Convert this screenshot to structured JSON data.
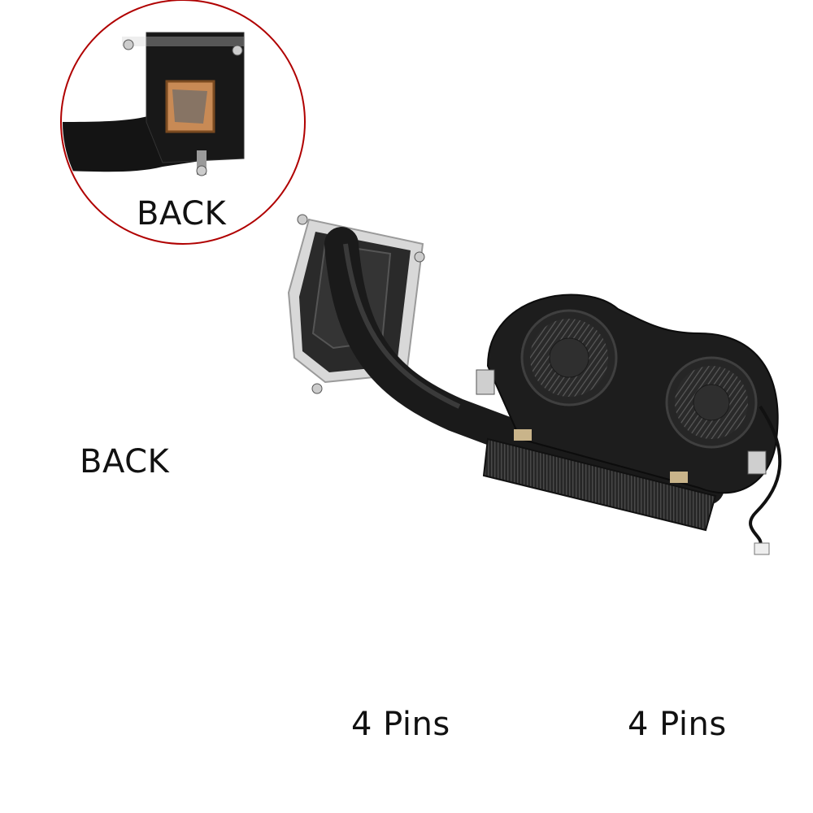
{
  "callouts": {
    "heatsink_back_label": "BACK",
    "radiator_back_label": "BACK",
    "connector_left_label": "4 Pins",
    "connector_right_label": "4 Pins"
  },
  "colors": {
    "callout_ring": "#b00000",
    "leader_line": "#d00000",
    "metal_dark": "#1b1b1b",
    "metal_mid": "#2c2c2c",
    "copper": "#c88a55",
    "fin": "#3a3a3a",
    "wire_red": "#e02020",
    "wire_yellow": "#f0e020",
    "wire_blue": "#3a6ad0",
    "wire_black": "#111111"
  }
}
